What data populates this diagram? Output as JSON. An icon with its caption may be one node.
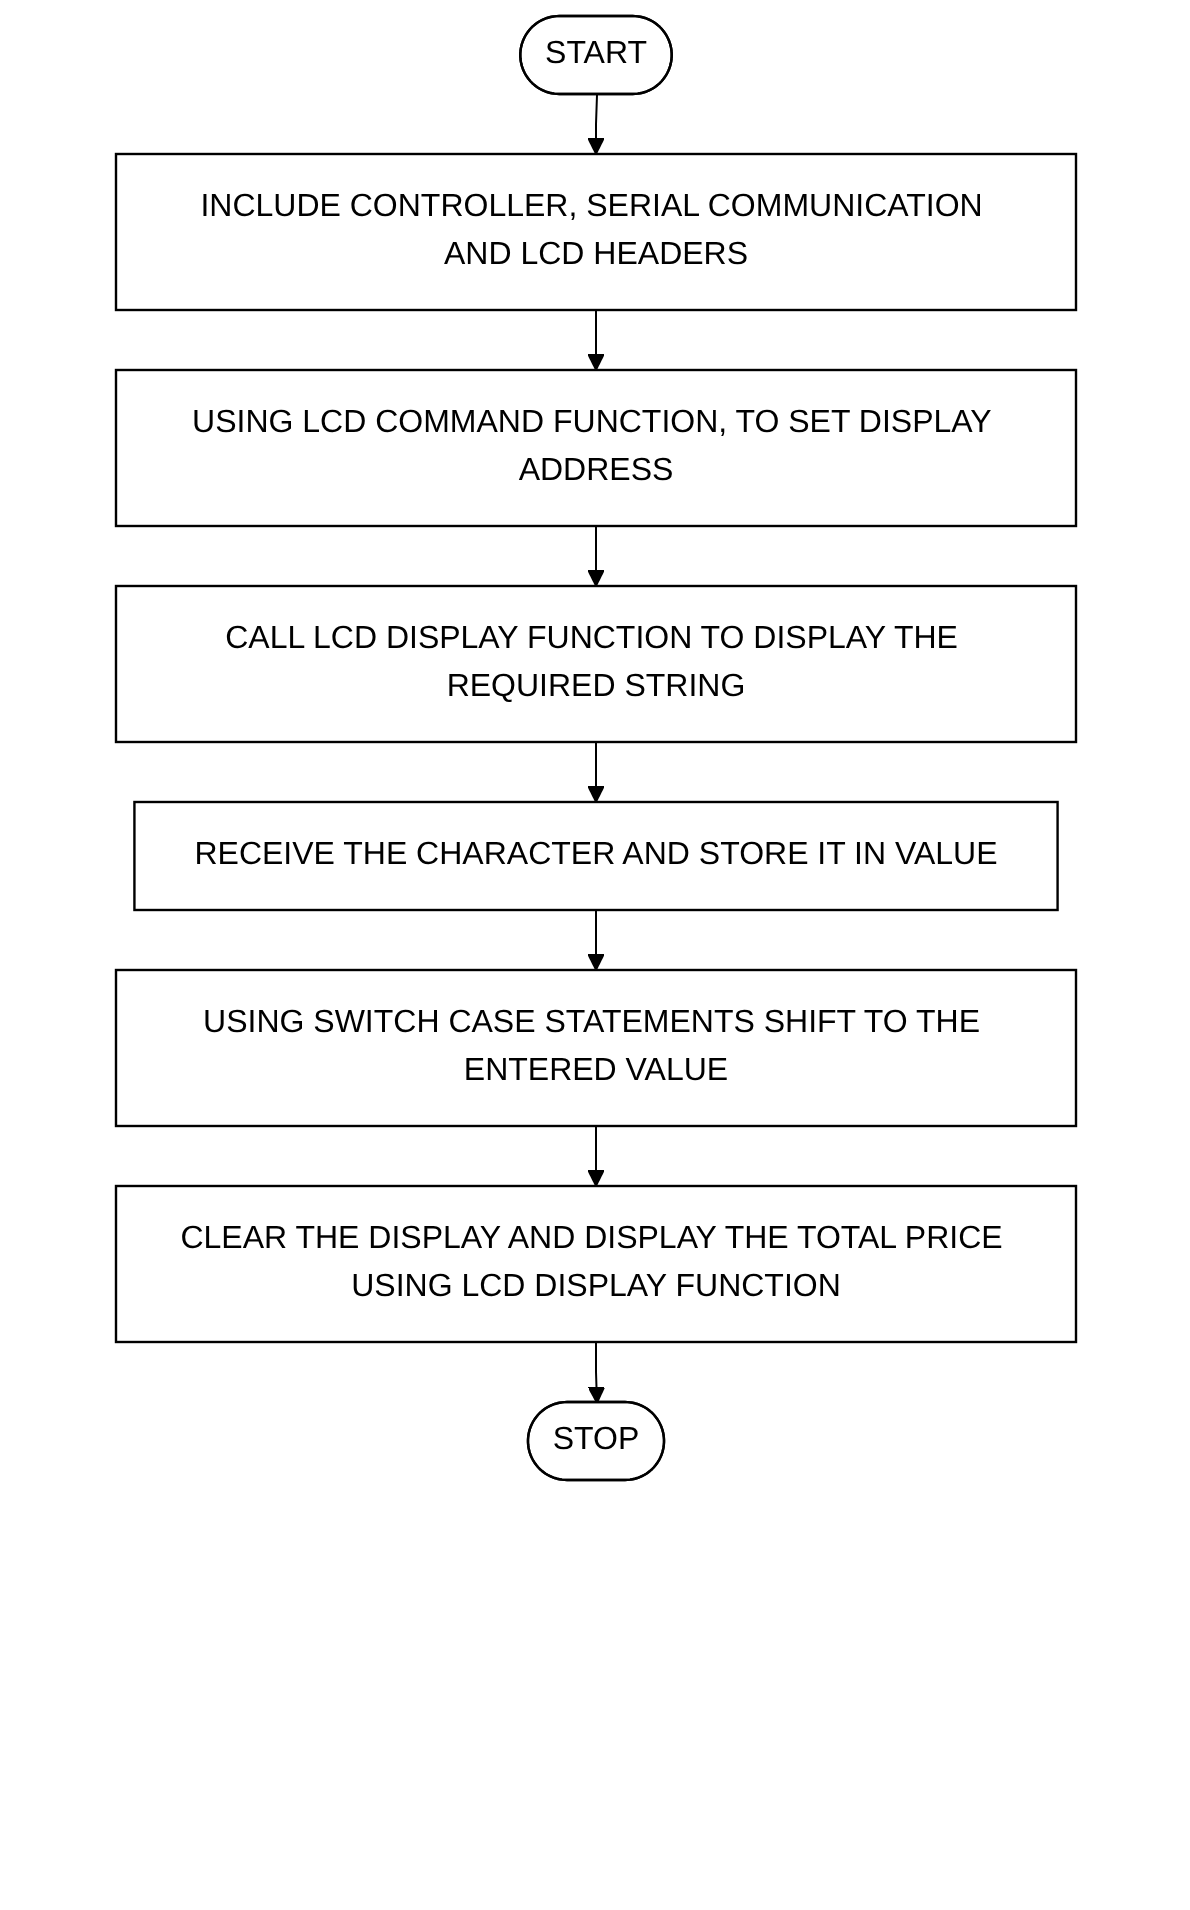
{
  "diagram": {
    "nodes": [
      {
        "text": [
          "START"
        ]
      },
      {
        "text": [
          "INCLUDE CONTROLLER, SERIAL COMMUNICATION AND LCD HEADERS"
        ]
      },
      {
        "text": [
          "USING LCD COMMAND FUNCTION, TO SET DISPLAY ADDRESS"
        ]
      },
      {
        "text": [
          "CALL LCD DISPLAY FUNCTION TO DISPLAY THE REQUIRED STRING"
        ]
      },
      {
        "text": [
          "RECEIVE THE CHARACTER AND STORE IT IN VALUE"
        ]
      },
      {
        "text": [
          "USING SWITCH CASE STATEMENTS SHIFT TO THE ENTERED VALUE"
        ]
      },
      {
        "text": [
          "CLEAR THE DISPLAY AND DISPLAY THE TOTAL PRICE USING LCD DISPLAY FUNCTION"
        ]
      },
      {
        "text": [
          "STOP"
        ]
      }
    ],
    "edges": [
      {
        "from": 0,
        "to": 1,
        "arrow": "to"
      },
      {
        "from": 1,
        "to": 2,
        "arrow": "to"
      },
      {
        "from": 2,
        "to": 3,
        "arrow": "to"
      },
      {
        "from": 3,
        "to": 4,
        "arrow": "to"
      },
      {
        "from": 4,
        "to": 5,
        "arrow": "to"
      },
      {
        "from": 5,
        "to": 6,
        "arrow": "to"
      },
      {
        "from": 6,
        "to": 7,
        "arrow": "to"
      }
    ]
  }
}
